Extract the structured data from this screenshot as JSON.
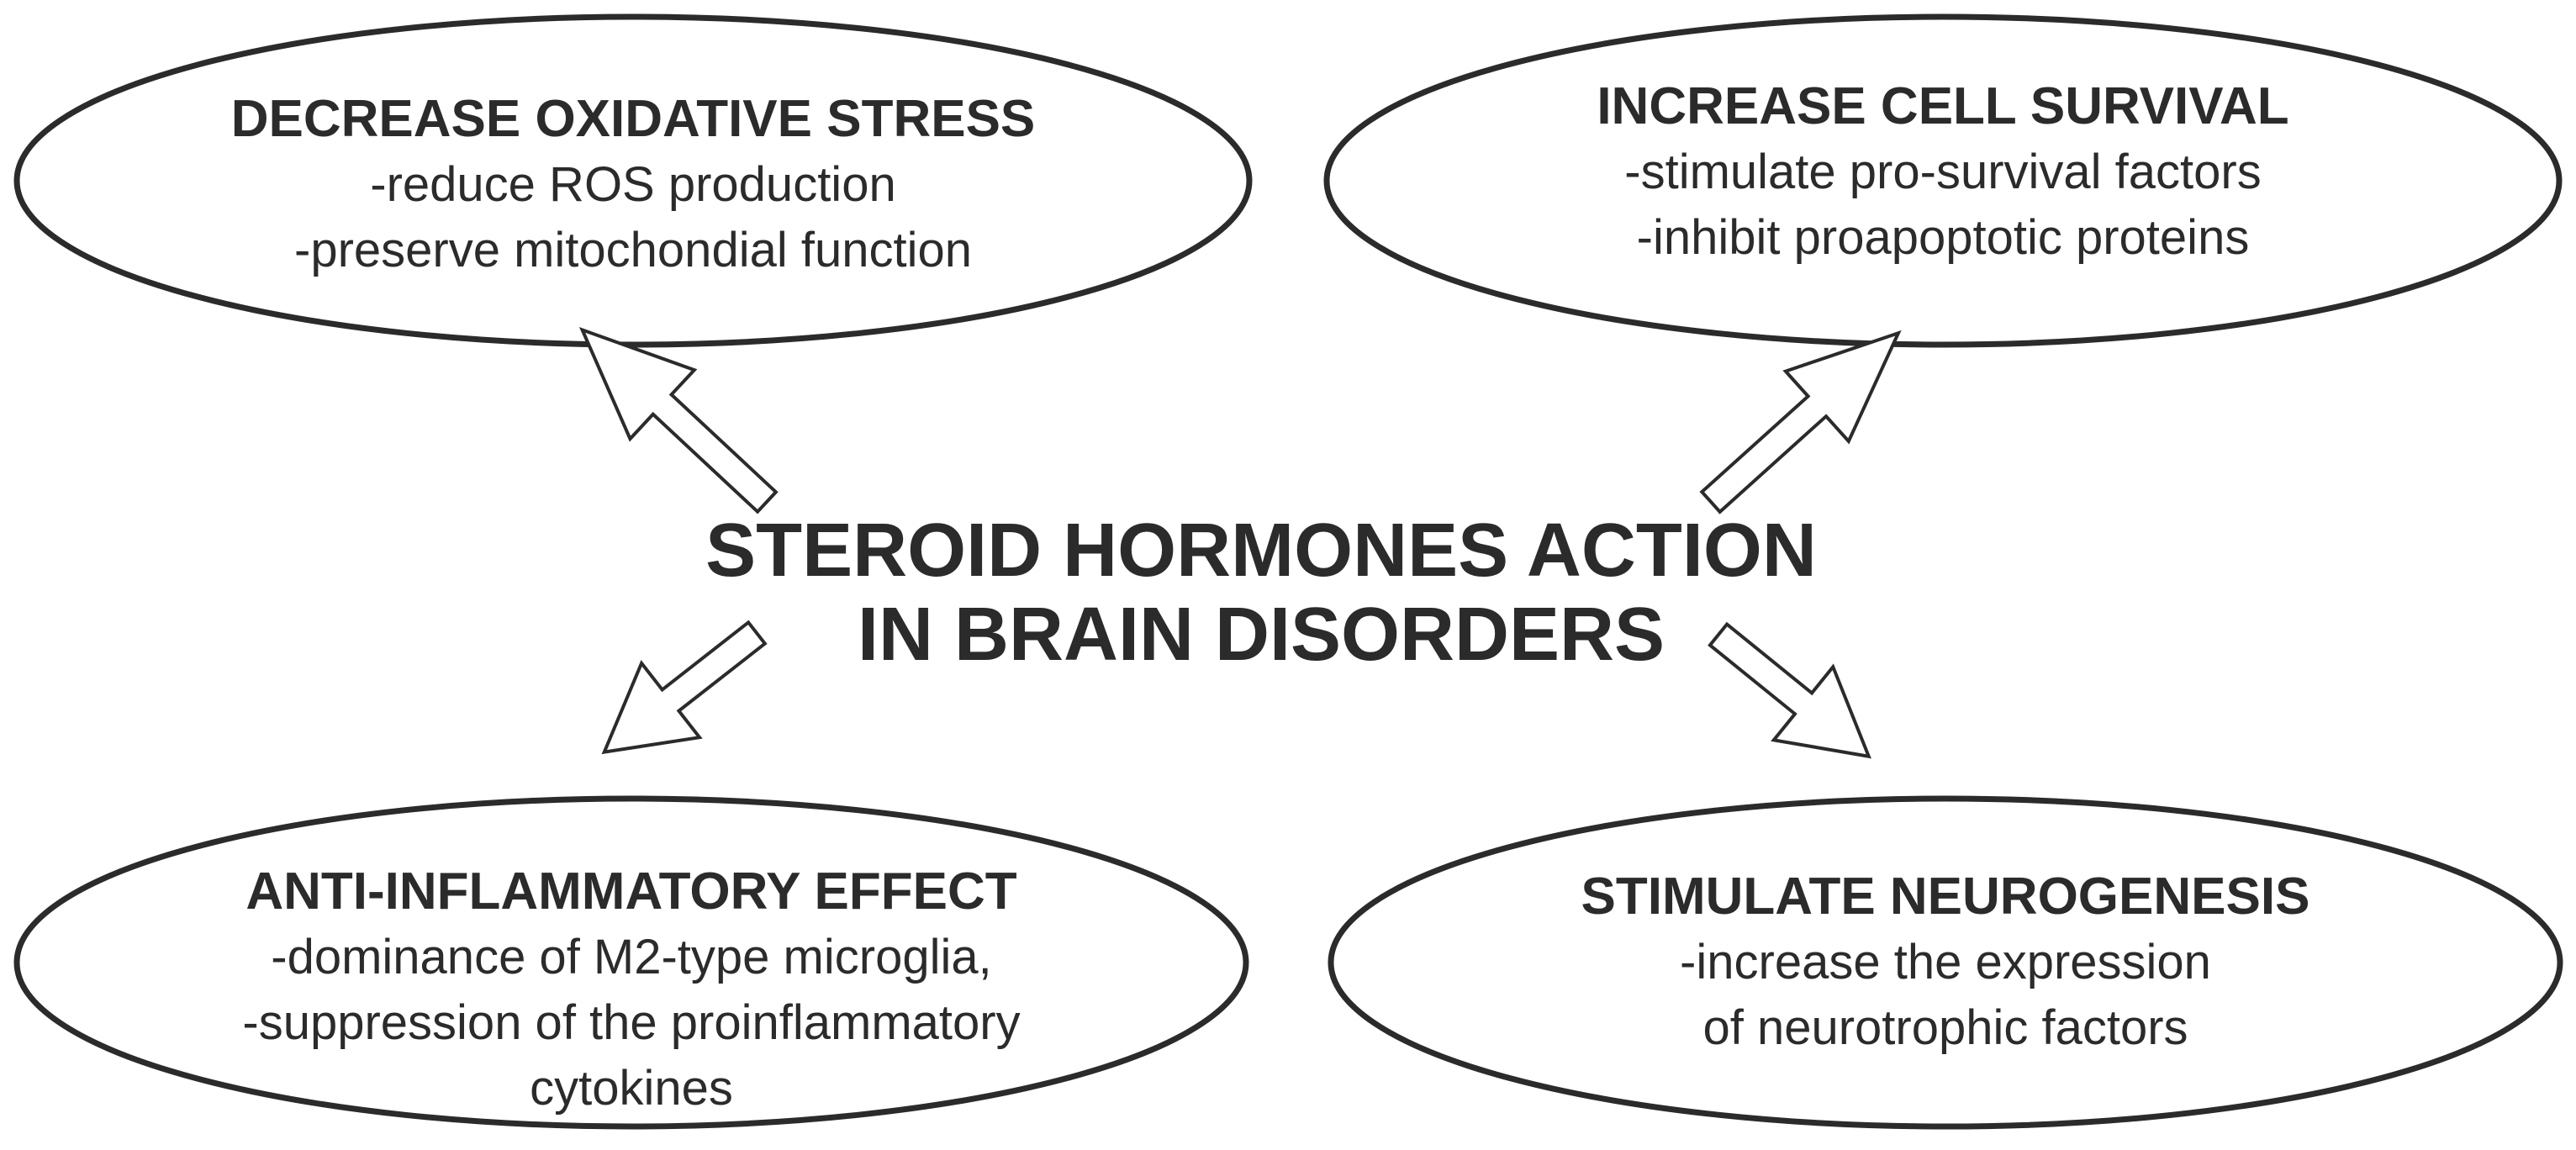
{
  "center": {
    "line1": "STEROID HORMONES ACTION",
    "line2": "IN BRAIN DISORDERS"
  },
  "effects": [
    {
      "heading": "DECREASE OXIDATIVE STRESS",
      "lines": [
        "-reduce ROS production",
        "-preserve mitochondial function"
      ]
    },
    {
      "heading": "INCREASE CELL SURVIVAL",
      "lines": [
        "-stimulate pro-survival factors",
        "-inhibit proapoptotic proteins"
      ]
    },
    {
      "heading": "ANTI-INFLAMMATORY EFFECT",
      "lines": [
        "-dominance of M2-type microglia,",
        "-suppression of the proinflammatory",
        "cytokines"
      ]
    },
    {
      "heading": "STIMULATE NEUROGENESIS",
      "lines": [
        "-increase the expression",
        "of neurotrophic factors"
      ]
    }
  ],
  "colors": {
    "stroke": "#2b2b2b",
    "text": "#2b2b2b",
    "background": "#ffffff"
  }
}
